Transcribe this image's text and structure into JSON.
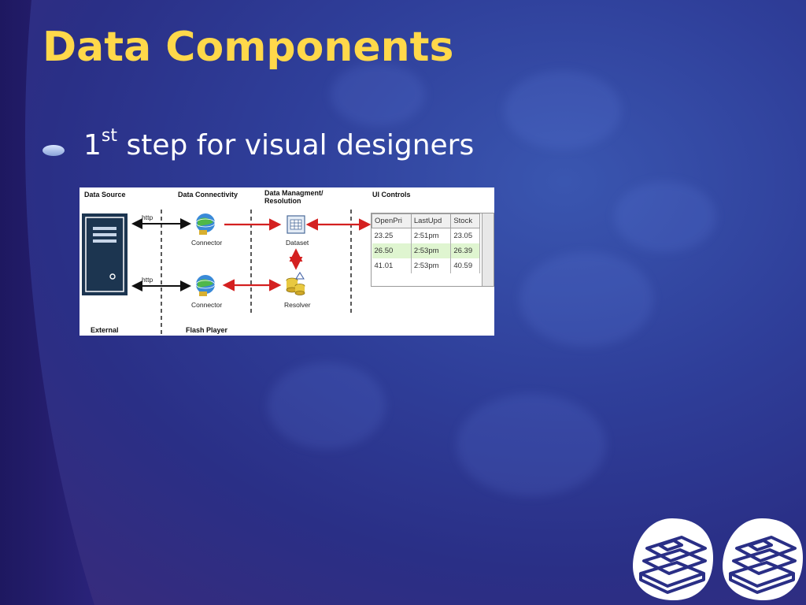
{
  "slide": {
    "title": "Data Components",
    "bullet": {
      "prefix": "1",
      "superscript": "st",
      "rest": " step for visual designers"
    }
  },
  "diagram": {
    "headers": {
      "data_source": "Data Source",
      "data_connectivity": "Data Connectivity",
      "data_management": "Data Managment/",
      "data_management_2": "Resolution",
      "ui_controls": "UI Controls"
    },
    "footers": {
      "external": "External",
      "flash_player": "Flash Player"
    },
    "labels": {
      "http_top": "http",
      "http_bottom": "http",
      "connector_top": "Connector",
      "connector_bottom": "Connector",
      "dataset": "Dataset",
      "resolver": "Resolver"
    },
    "grid": {
      "columns": [
        "OpenPri",
        "LastUpd",
        "Stock"
      ],
      "rows": [
        [
          "23.25",
          "2:51pm",
          "23.05"
        ],
        [
          "26.50",
          "2:53pm",
          "26.39"
        ],
        [
          "41.01",
          "2:53pm",
          "40.59"
        ]
      ],
      "selected_row": 1
    }
  },
  "colors": {
    "title": "#ffd84a",
    "arrow_red": "#d42020",
    "server": "#1c3550"
  },
  "icons": [
    "bullet-icon",
    "server-icon",
    "connector-globe-icon",
    "dataset-icon",
    "resolver-icon",
    "books-icon"
  ]
}
